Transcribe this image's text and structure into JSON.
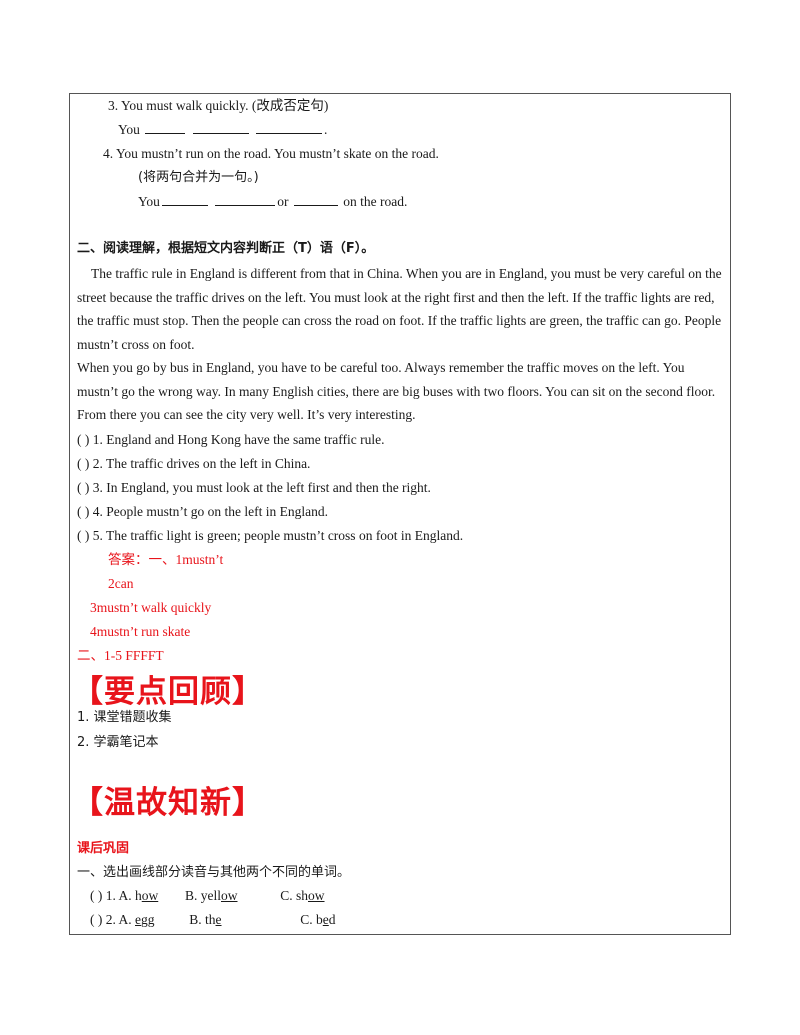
{
  "exercise_one": {
    "q3_text": "3.  You must walk quickly. (改成否定句)",
    "q3_answer_prefix": "You",
    "q3_answer_suffix": ".",
    "q4_text": "4.  You mustn’t run on the road. You mustn’t skate on the road.",
    "q4_instruction": "(将两句合并为一句。)",
    "q4_answer_prefix": "You",
    "q4_answer_or": "or",
    "q4_answer_suffix": "on the road."
  },
  "reading": {
    "heading": "二、阅读理解，根据短文内容判断正（T）语（F）。",
    "paragraph1": "The traffic rule in England is different from that in China. When you are in England, you must be very careful on the street because the traffic drives on the left. You must look at the right first and then the left. If the traffic lights are red, the traffic must stop. Then the people can cross the road on foot. If the traffic lights are green, the traffic can go. People mustn’t cross on foot.",
    "paragraph2": "When you go by bus in England, you have to be careful too. Always remember the traffic moves on the left. You mustn’t go the wrong way. In many English cities, there are big buses with two floors. You can sit on the second floor. From there you can see the city very well. It’s very interesting.",
    "questions": [
      "(      ) 1. England and Hong Kong have the same traffic rule.",
      "(      ) 2. The traffic drives on the left in China.",
      "(      ) 3. In England, you must look at the left first and then the right.",
      "(      ) 4. People mustn’t go on the left in England.",
      "(      ) 5. The traffic light is green; people mustn’t cross on foot in England."
    ]
  },
  "answers": {
    "line1": "答案：一、1mustn’t",
    "line2": "2can",
    "line3": "3mustn’t walk quickly",
    "line4": "4mustn’t  run     skate",
    "line5": "二、1-5 FFFFT"
  },
  "key_points": {
    "title": "【要点回顾】",
    "items": [
      "1.   课堂错题收集",
      "2.   学霸笔记本"
    ]
  },
  "review": {
    "title": "【温故知新】",
    "subheading": "课后巩固",
    "instruction": "一、选出画线部分读音与其他两个不同的单词。",
    "q1": {
      "num": "( ) 1. A. h",
      "a_ul": "ow",
      "b": "B. yell",
      "b_ul": "ow",
      "c": "C. sh",
      "c_ul": "ow"
    },
    "q2": {
      "num": "( ) 2. A. ",
      "a_ul": "e",
      "a_rest": "gg",
      "b": "B. th",
      "b_ul": "e",
      "c": "C. b",
      "c_ul": "e",
      "c_rest": "d"
    }
  }
}
